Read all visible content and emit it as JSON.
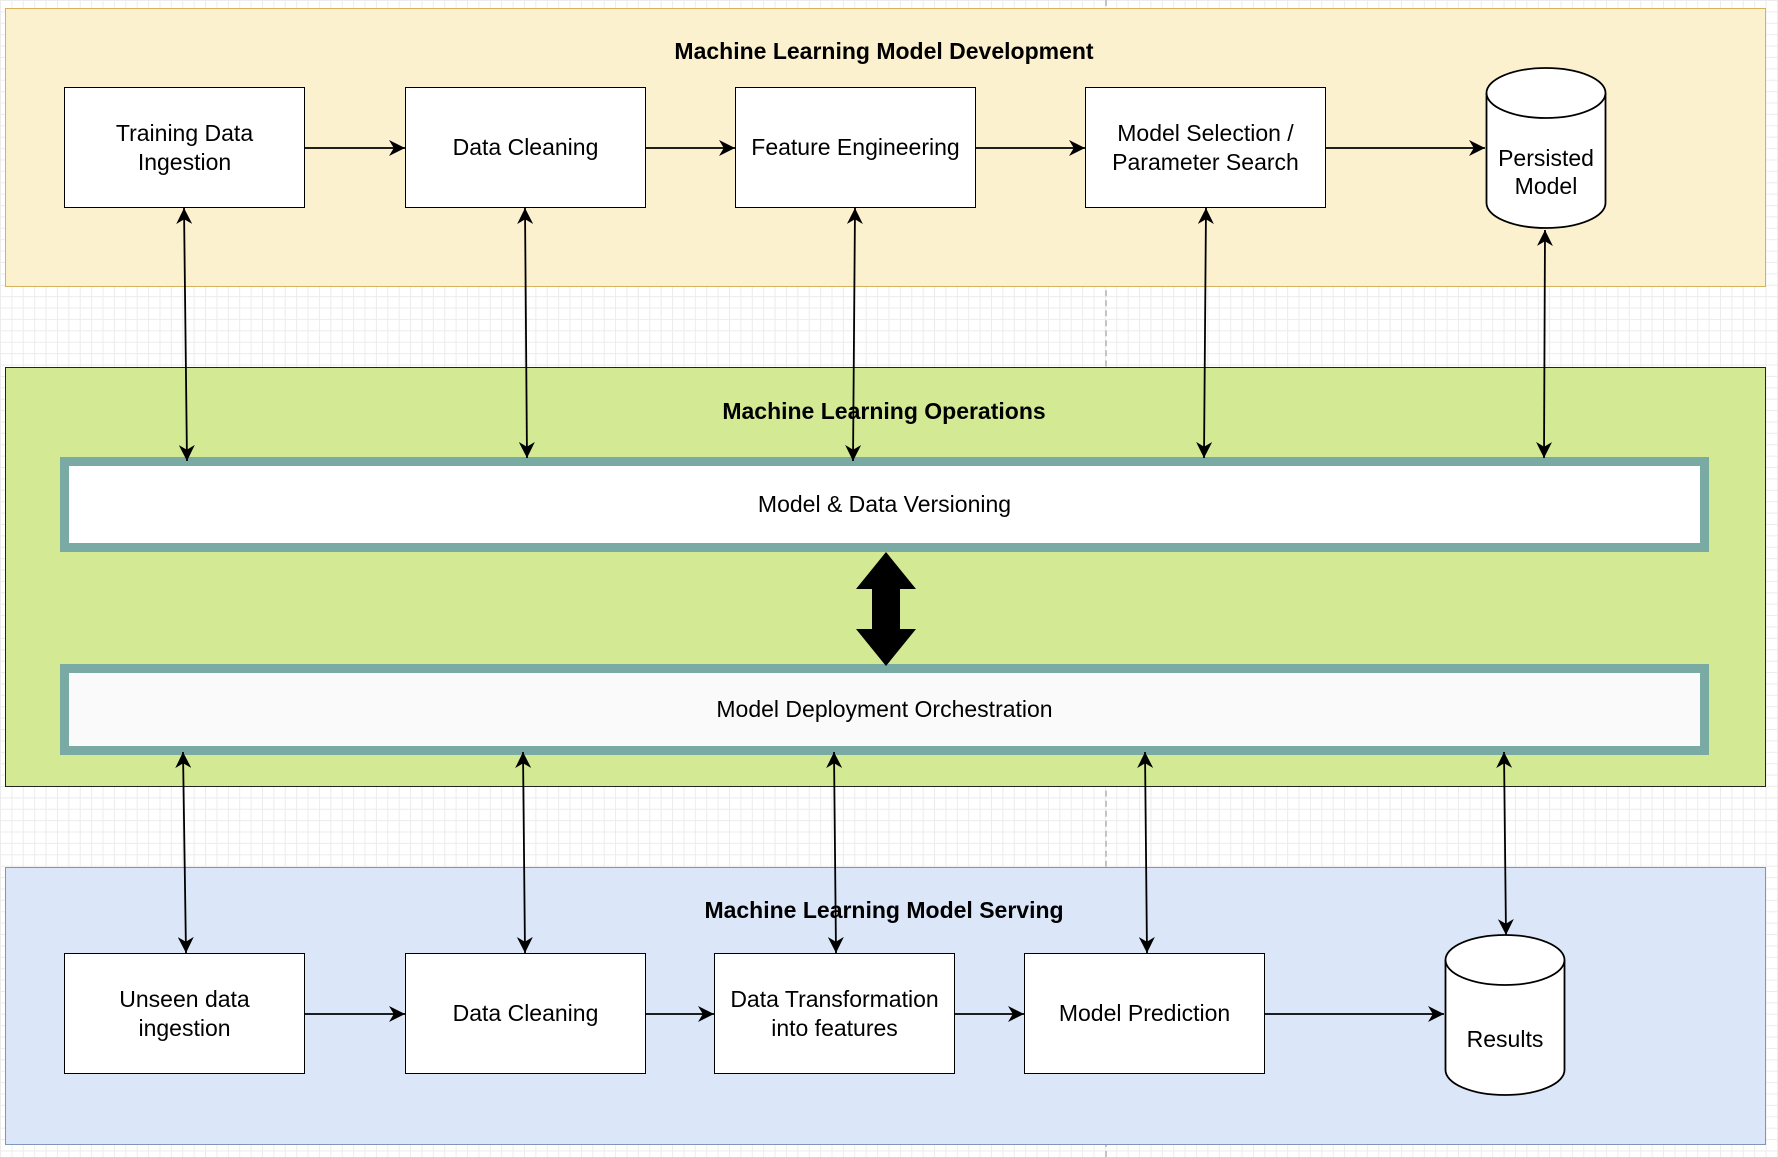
{
  "diagram": {
    "sections": {
      "development": {
        "title": "Machine Learning Model Development"
      },
      "operations": {
        "title": "Machine Learning Operations"
      },
      "serving": {
        "title": "Machine Learning Model Serving"
      }
    },
    "development_steps": [
      "Training Data\nIngestion",
      "Data Cleaning",
      "Feature Engineering",
      "Model Selection /\nParameter Search"
    ],
    "development_store": "Persisted\nModel",
    "operations_layers": {
      "versioning": "Model & Data Versioning",
      "orchestration": "Model Deployment Orchestration"
    },
    "serving_steps": [
      "Unseen data\ningestion",
      "Data Cleaning",
      "Data Transformation\ninto features",
      "Model Prediction"
    ],
    "serving_store": "Results"
  },
  "colors": {
    "development_fill": "#fcf1cf",
    "development_border": "#d7b25c",
    "operations_fill": "#d3e994",
    "serving_fill": "#dbe7f8",
    "serving_border": "#7d96ba",
    "layer_border": "#79aaa3"
  }
}
